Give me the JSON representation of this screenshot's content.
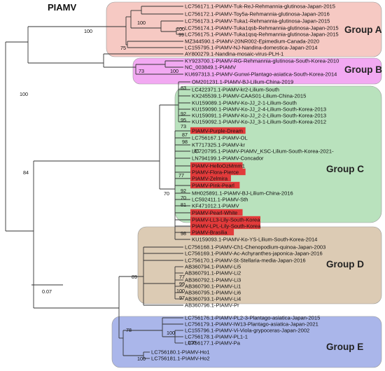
{
  "title": "PIAMV",
  "scale_label": "0.07",
  "colors": {
    "group_a": "#f6c9c3",
    "group_b": "#f2a9f2",
    "group_c": "#b9e2bd",
    "group_d": "#dccbb4",
    "group_e": "#aab6ea",
    "highlight": "#e23b3b"
  },
  "groups": [
    {
      "id": "A",
      "label": "Group A",
      "color": "#f6c9c3"
    },
    {
      "id": "B",
      "label": "Group B",
      "color": "#f2a9f2"
    },
    {
      "id": "C",
      "label": "Group C",
      "color": "#b9e2bd"
    },
    {
      "id": "D",
      "label": "Group D",
      "color": "#dccbb4"
    },
    {
      "id": "E",
      "label": "Group E",
      "color": "#aab6ea"
    }
  ],
  "leaves": [
    "LC756171.1-PIAMV-Tuk-ReJ-Rehmannia-glutinosa-Japan-2015",
    "LC756172.1-PIAMV-Toy5a-Rehmannia-glutinosa-Japan-2016",
    "LC756173.1-PIAMV-Tuka1-Rehmannia-glutinosa-Japan-2015",
    "LC756174.1-PIAMV-Tuka1qsb-Rehmannia-glutinosa-Japan-2015",
    "LC756175.1-PIAMV-Tuka1qsq-Rehmannia-glutinosa-Japan-2015",
    "MZ344590.1-PIAMV-20NR002-Epimedium-Canada-2020",
    "LC155795.1-PIAMV-NJ-Nandina-domestica-Japan-2014",
    "AY800279.1-Nandina-mosaic-virus-PLH-1",
    "KY923700.1-PIAMV-RG-Rehmannia-glutinosa-South-Korea-2010",
    "NC_003849.1-PIAMV",
    "KU697313.1-PIAMV-Gunwi-Plantago-asiatica-South-Korea-2014",
    "OM201231.1-PIAMV-BJ-Lilium-China-2019",
    "LC422371.1-PIAMV-kr2-Lilium-South",
    "KX245539.1-PIAMV-CAAS01-Lilium-China-2015",
    "KU159089.1-PIAMV-Ko-JJ_2-1-Lilium-South",
    "KU159090.1-PIAMV-Ko-JJ_2-4-Lilium-South-Korea-2013",
    "KU159091.1-PIAMV-Ko-JJ_2-2-Lilium-South-Korea-2013",
    "KU159092.1-PIAMV-Ko-JJ_3-1-Lilium-South-Korea-2012",
    "PIAMV-Purple-Dream",
    "LC756167.1-PIAMV-OL",
    "KT717325.1-PIAMV-kr",
    "LC720795.1-PIAMV-PIAMV_KSC-Lilium-South-Korea-2021-",
    "LN794199.1-PIAMV-Concador",
    "PIAMV-HelloOzMmm1",
    "PIAMV-Flora-Pierce",
    "PIAMV-Zelmira",
    "PIAMV-Pink-Pearl",
    "MH025891.1-PIAMV-BJ-Lilium-China-2016",
    "LC592411.1-PIAMV-Sth",
    "KF471012.1-PIAMV",
    "PIAMV-Pearl-White",
    "PIAMV-LL3-Lily-South-Korea",
    "PIAMV-LPL-Lily-South-Korea",
    "PIAMV-Brasilia",
    "KU159093.1-PIAMV-Ko-YS-Lilium-South-Korea-2014",
    "LC756168.1-PIAMV-Ch1-Chenopodium-quinoa-Japan-2003",
    "LC756169.1-PIAMV-Ac-Achyranthes-japonica-Japan-2016",
    "LC756170.1-PIAMV-St-Stellaria-media-Japan-2016",
    "AB360794.1-PIAMV-Li5",
    "AB360791.1-PIAMV-Li2",
    "AB360792.1-PIAMV-Li3",
    "AB360790.1-PIAMV-Li1",
    "AB360795.1-PIAMV-Li6",
    "AB360793.1-PIAMV-Li4",
    "AB360796.1-PIAMV-Pr",
    "LC756176.1-PIAMV-PL2-3-Plantago-asiatica-Japan-2015",
    "LC756179.1-PIAMV-IW13-Plantago-asiatica-Japan-2021",
    "LC155796.1-PIAMV-Vi-Viola-grypoceras-Japan-2002",
    "LC756178.1-PIAMV-PL1-1",
    "LC756177.1-PIAMV-Pa",
    "LC756180.1-PIAMV-Ho1",
    "LC756181.1-PIAMV-Ho2"
  ],
  "highlighted": [
    18,
    23,
    24,
    25,
    26,
    30,
    31,
    32,
    33
  ],
  "bootstrap": [
    "100",
    "100",
    "100",
    "99",
    "75",
    "100",
    "73",
    "100",
    "84",
    "83",
    "92",
    "95",
    "73",
    "87",
    "98",
    "81",
    "77",
    "92",
    "70",
    "81",
    "70",
    "98",
    "89",
    "77",
    "99",
    "100",
    "97",
    "78",
    "100",
    "100",
    "100"
  ]
}
